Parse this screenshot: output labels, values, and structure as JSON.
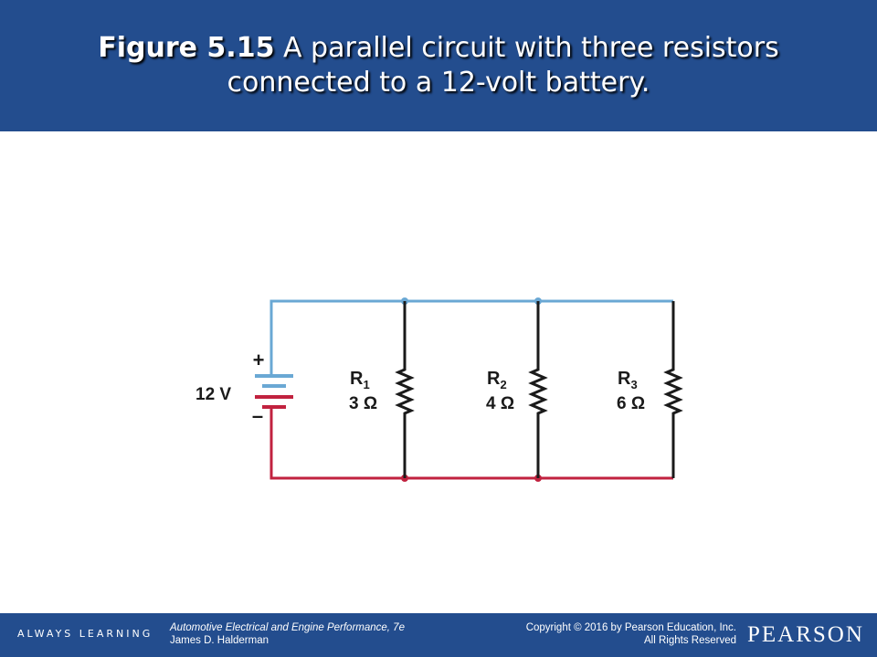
{
  "header": {
    "figure_label": "Figure 5.15",
    "title_line1": "A parallel circuit with three resistors",
    "title_line2": "connected to a 12-volt battery."
  },
  "diagram": {
    "battery": {
      "voltage": "12 V",
      "plus": "+",
      "minus": "–"
    },
    "resistors": [
      {
        "name": "R",
        "sub": "1",
        "value": "3 Ω"
      },
      {
        "name": "R",
        "sub": "2",
        "value": "4 Ω"
      },
      {
        "name": "R",
        "sub": "3",
        "value": "6 Ω"
      }
    ],
    "colors": {
      "positive_wire": "#6aa8d4",
      "negative_wire": "#c1223f",
      "branch_wire": "#1a1a1a"
    }
  },
  "footer": {
    "tagline": "ALWAYS LEARNING",
    "book_title": "Automotive Electrical and Engine Performance, 7e",
    "author": "James D. Halderman",
    "copyright": "Copyright © 2016 by Pearson Education, Inc.",
    "rights": "All Rights Reserved",
    "publisher": "PEARSON"
  }
}
